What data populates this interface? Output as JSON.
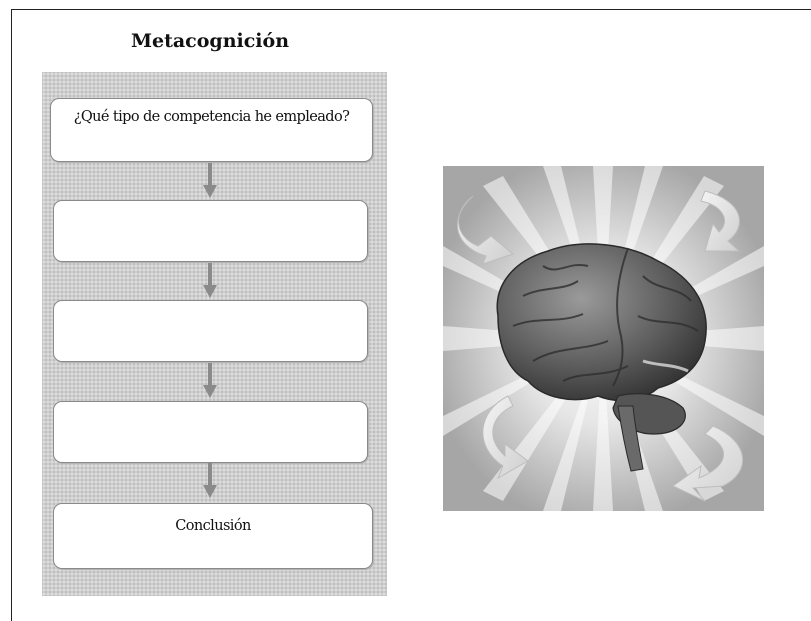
{
  "diagram": {
    "title": "Metacognición",
    "steps": [
      {
        "label": "¿Qué tipo de competencia he empleado?"
      },
      {
        "label": ""
      },
      {
        "label": ""
      },
      {
        "label": ""
      },
      {
        "label": "Conclusión"
      }
    ]
  },
  "figure": {
    "icon": "brain-icon",
    "arrows": [
      "curved-arrow-icon",
      "curved-arrow-icon",
      "curved-arrow-icon",
      "curved-arrow-icon"
    ]
  }
}
